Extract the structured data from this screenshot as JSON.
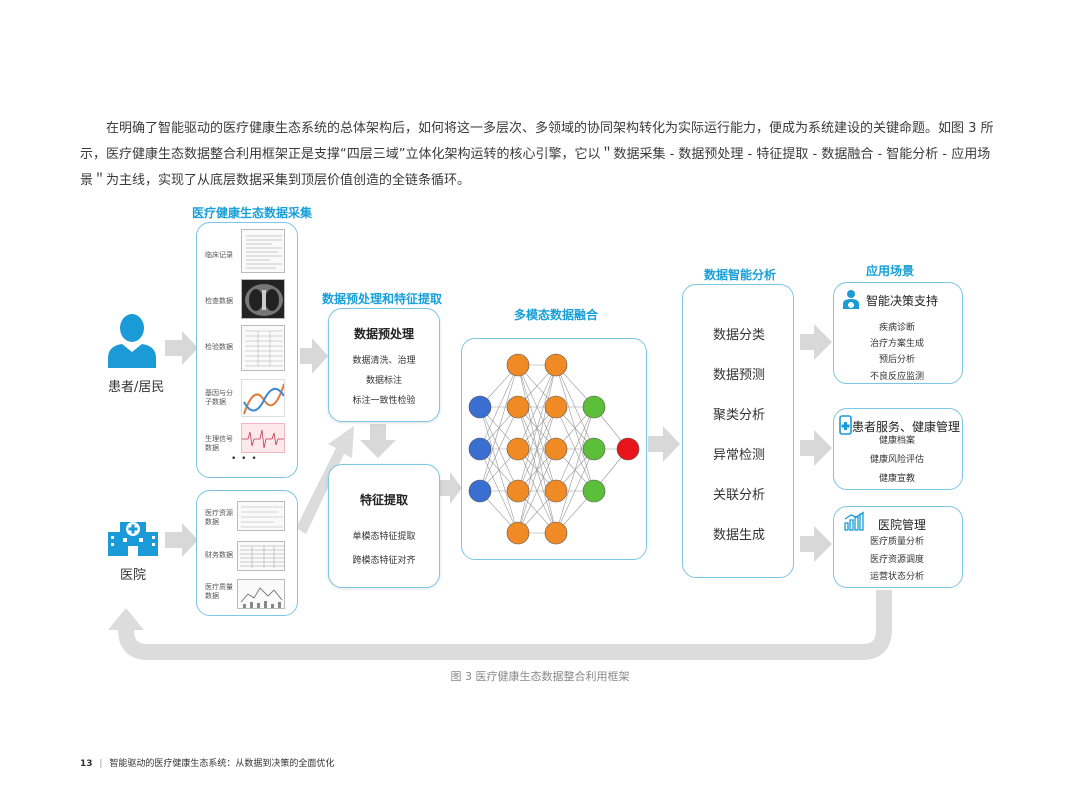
{
  "paragraph": "在明确了智能驱动的医疗健康生态系统的总体架构后，如何将这一多层次、多领域的协同架构转化为实际运行能力，便成为系统建设的关键命题。如图 3 所示，医疗健康生态数据整合利用框架正是支撑“四层三域”立体化架构运转的核心引擎，它以＂数据采集 - 数据预处理 - 特征提取 - 数据融合 - 智能分析 - 应用场景＂为主线，实现了从底层数据采集到顶层价值创造的全链条循环。",
  "figure": {
    "collection": {
      "title": "医疗健康生态数据采集",
      "patient_label": "患者/居民",
      "hospital_label": "医院",
      "patient_items": [
        "临床记录",
        "检查数据",
        "检验数据",
        "基因与分子数据",
        "生理信号数据"
      ],
      "ellipsis": "• • •",
      "hospital_items": [
        "医疗资源数据",
        "财务数据",
        "医疗质量数据"
      ]
    },
    "preprocess": {
      "title": "数据预处理和特征提取",
      "pre_heading": "数据预处理",
      "pre_items": [
        "数据清洗、治理",
        "数据标注",
        "标注一致性检验"
      ],
      "feat_heading": "特征提取",
      "feat_items": [
        "单模态特征提取",
        "跨模态特征对齐"
      ]
    },
    "fusion": {
      "title": "多模态数据融合",
      "layers": [
        3,
        5,
        5,
        3,
        1
      ],
      "colors": [
        "#3a6fd1",
        "#f08a24",
        "#f08a24",
        "#5bbf3a",
        "#e8141c"
      ]
    },
    "analysis": {
      "title": "数据智能分析",
      "items": [
        "数据分类",
        "数据预测",
        "聚类分析",
        "异常检测",
        "关联分析",
        "数据生成"
      ]
    },
    "apps": {
      "title": "应用场景",
      "cards": [
        {
          "heading": "智能决策支持",
          "icon": "doctor-icon",
          "items": [
            "疾病诊断",
            "治疗方案生成",
            "预后分析",
            "不良反应监测"
          ]
        },
        {
          "heading": "患者服务、健康管理",
          "icon": "phone-health-icon",
          "items": [
            "健康档案",
            "健康风险评估",
            "健康宣教"
          ]
        },
        {
          "heading": "医院管理",
          "icon": "bar-chart-icon",
          "items": [
            "医疗质量分析",
            "医疗资源调度",
            "运营状态分析"
          ]
        }
      ]
    },
    "colors": {
      "accent": "#1aa0d8",
      "border": "#7cc6e6",
      "arrow": "#d8d8d8",
      "icon": "#1a9ad6"
    },
    "caption": "图 3 医疗健康生态数据整合利用框架"
  },
  "footer": {
    "page": "13",
    "text": "智能驱动的医疗健康生态系统：从数据到决策的全面优化"
  }
}
